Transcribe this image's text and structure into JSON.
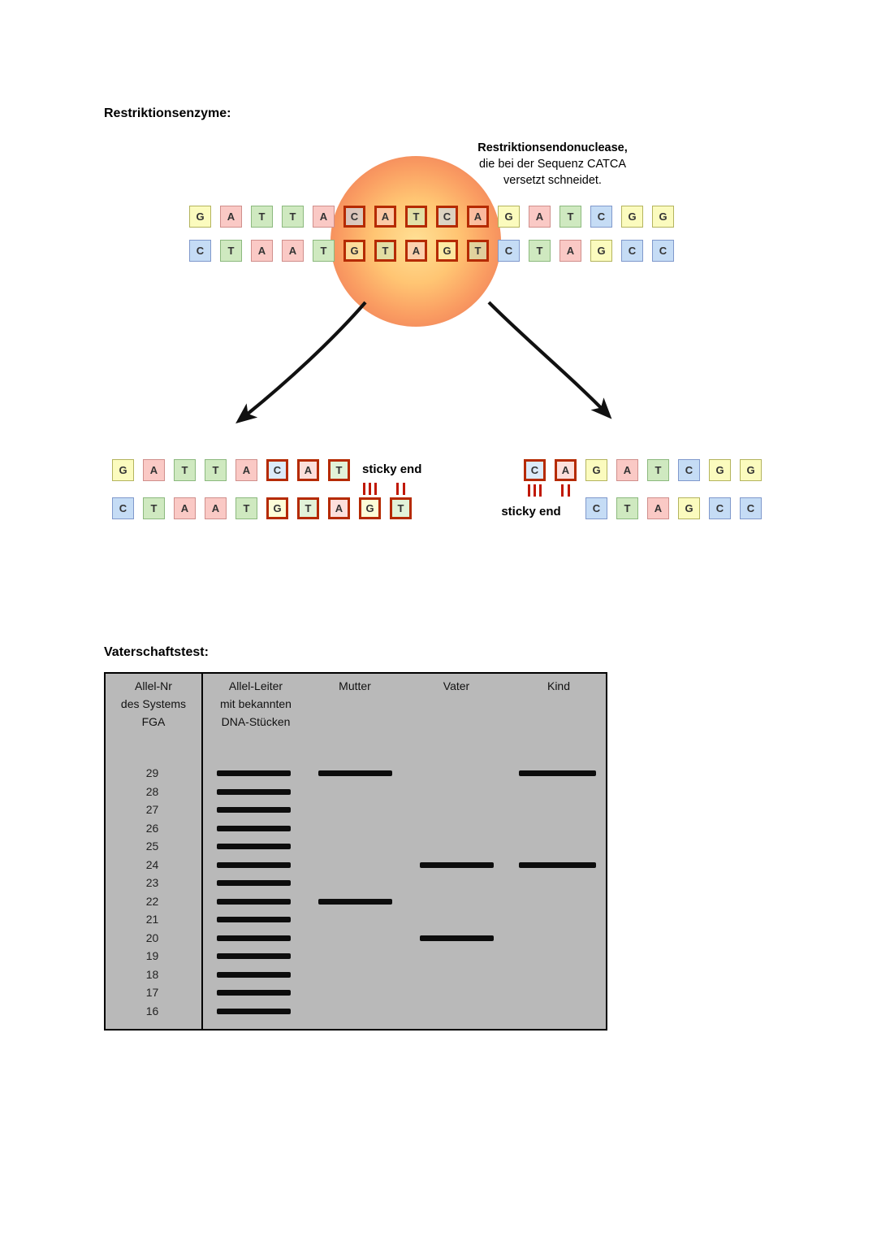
{
  "page": {
    "restriction_heading": "Restriktionsenzyme:",
    "paternity_heading": "Vaterschaftstest:"
  },
  "enzyme_diagram": {
    "annotation_line1": "Restriktionsendonuclease,",
    "annotation_line2": "die bei der Sequenz CATCA",
    "annotation_line3": "versetzt schneidet.",
    "left_sticky_label": "sticky end",
    "right_sticky_label": "sticky end",
    "strands": {
      "main_top": {
        "seq": "GATTACATCAGATCGG",
        "hl": [
          5,
          6,
          7,
          8,
          9
        ]
      },
      "main_bottom": {
        "seq": "CTAATGTAGTCTAGCC",
        "hl": [
          5,
          6,
          7,
          8,
          9
        ]
      },
      "left_top": {
        "seq": "GATTACAT",
        "hl": [
          5,
          6,
          7
        ]
      },
      "left_bottom": {
        "seq": "CTAATGTAGT",
        "hl": [
          5,
          6,
          7,
          8,
          9
        ]
      },
      "right_top": {
        "seq": "CAGATCGG",
        "hl": [
          0,
          1
        ]
      },
      "right_bottom": {
        "seq": "CTAGCC",
        "hl": []
      }
    },
    "base_colors": {
      "G": {
        "fill": "#fbfbbe",
        "border": "#b4b45e"
      },
      "A": {
        "fill": "#fac9c5",
        "border": "#d08f8c"
      },
      "T": {
        "fill": "#cfe9c0",
        "border": "#8cb97e"
      },
      "C": {
        "fill": "#c5dcf5",
        "border": "#8099cc"
      }
    },
    "highlight_border_color": "#b52a00",
    "bond_tick_color": "#c01800",
    "circle_colors": [
      "#ffe095",
      "#ffc573",
      "#ee7b58"
    ]
  },
  "gel": {
    "header_allel": "Allel-Nr\ndes Systems\nFGA",
    "header_ladder": "Allel-Leiter\nmit bekannten\nDNA-Stücken",
    "header_mutter": "Mutter",
    "header_vater": "Vater",
    "header_kind": "Kind",
    "alleles": [
      29,
      28,
      27,
      26,
      25,
      24,
      23,
      22,
      21,
      20,
      19,
      18,
      17,
      16
    ],
    "lanes": [
      {
        "name": "ladder",
        "bands": [
          29,
          28,
          27,
          26,
          25,
          24,
          23,
          22,
          21,
          20,
          19,
          18,
          17,
          16
        ]
      },
      {
        "name": "mutter",
        "bands": [
          29,
          22
        ]
      },
      {
        "name": "vater",
        "bands": [
          24,
          20
        ]
      },
      {
        "name": "kind",
        "bands": [
          29,
          24
        ]
      }
    ],
    "background_color": "#b9b9b9",
    "band_color": "#0d0d0d"
  }
}
